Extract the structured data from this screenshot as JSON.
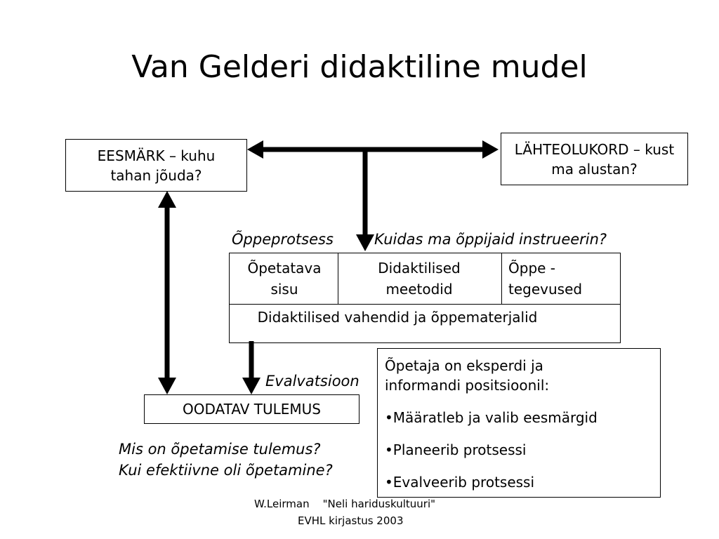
{
  "title": "Van Gelderi didaktiline mudel",
  "boxes": {
    "goal": "EESMÄRK – kuhu tahan jõuda?",
    "start": "LÄHTEOLUKORD – kust ma alustan?",
    "result": "OODATAV TULEMUS"
  },
  "process": {
    "label": "Õppeprotsess",
    "question": "Kuidas ma õppijaid instrueerin?",
    "cells": {
      "content": "Õpetatava sisu",
      "methods": "Didaktilised meetodid",
      "activities": "Õppe - tegevused"
    },
    "materials": "Didaktilised vahendid ja õppematerjalid"
  },
  "evaluation": "Evalvatsioon",
  "questions": [
    "Mis on õpetamise tulemus?",
    "Kui efektiivne oli õpetamine?"
  ],
  "teacher": {
    "heading": "Õpetaja on eksperdi ja informandi positsioonil:",
    "items": [
      "•Määratleb ja valib eesmärgid",
      "•Planeerib protsessi",
      "•Evalveerib protsessi"
    ]
  },
  "footer": {
    "line1": "W.Leirman    \"Neli hariduskultuuri\"",
    "line2": "EVHL kirjastus 2003"
  }
}
